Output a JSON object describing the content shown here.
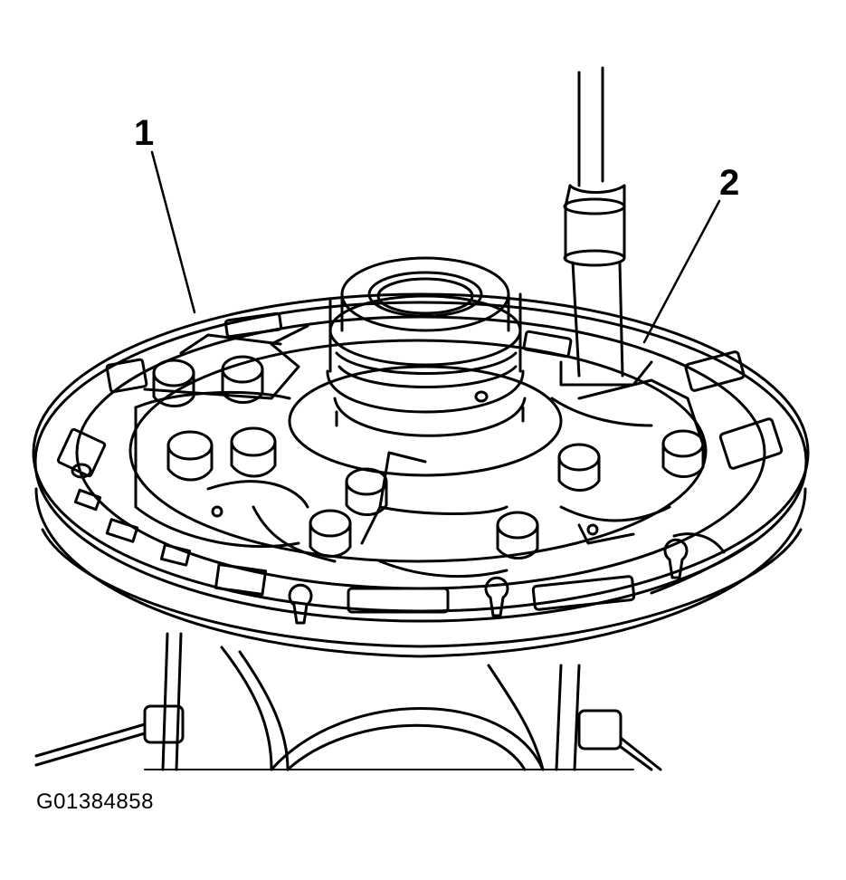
{
  "callouts": [
    {
      "label": "1"
    },
    {
      "label": "2"
    }
  ],
  "figure_id": "G01384858",
  "colors": {
    "line": "#000000",
    "background": "#ffffff"
  }
}
